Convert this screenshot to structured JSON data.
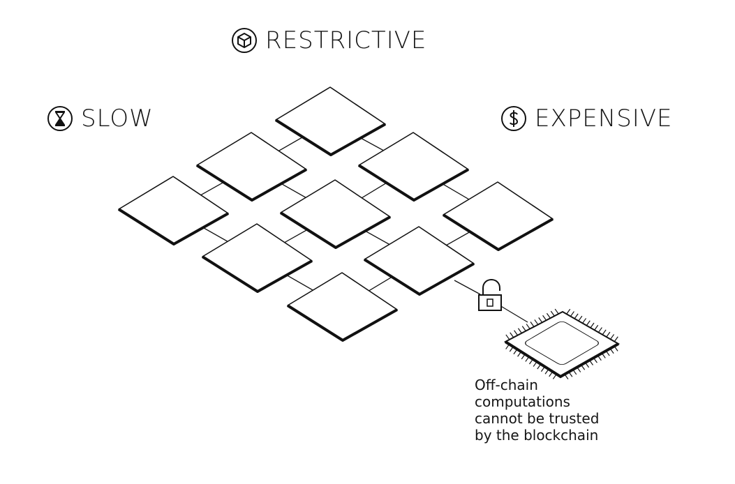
{
  "labels": {
    "restrictive": "RESTRICTIVE",
    "slow": "SLOW",
    "expensive": "EXPENSIVE"
  },
  "icons": {
    "restrictive": "cube-icon",
    "slow": "hourglass-icon",
    "expensive": "dollar-icon",
    "lock": "unlocked-padlock-icon",
    "chip": "chip-icon"
  },
  "caption": {
    "lines": [
      "Off-chain",
      "computations",
      "cannot be trusted",
      "by the blockchain"
    ]
  },
  "colors": {
    "ink": "#111111",
    "background": "#ffffff"
  }
}
